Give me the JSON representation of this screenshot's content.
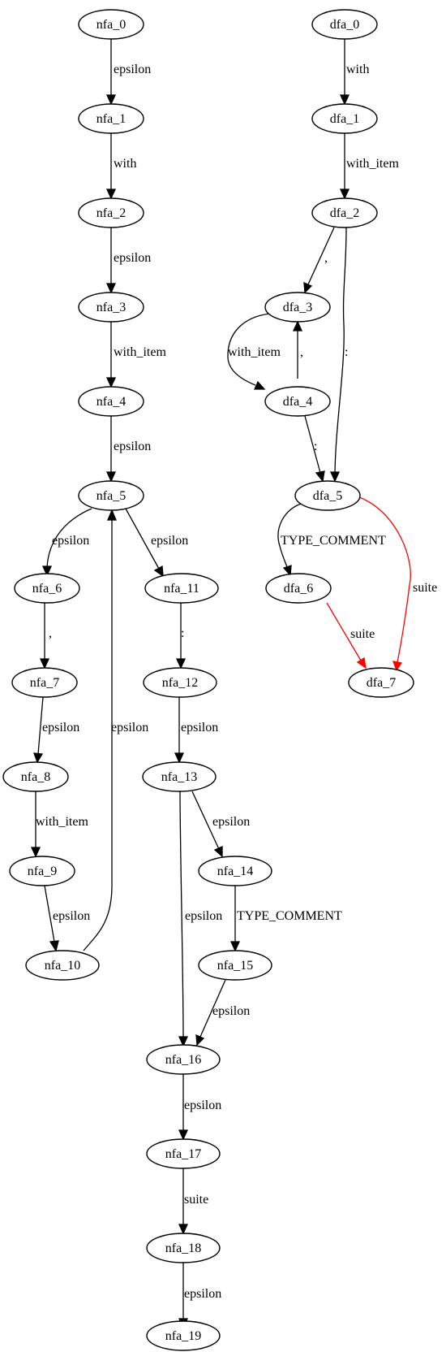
{
  "nodes": {
    "nfa_0": "nfa_0",
    "nfa_1": "nfa_1",
    "nfa_2": "nfa_2",
    "nfa_3": "nfa_3",
    "nfa_4": "nfa_4",
    "nfa_5": "nfa_5",
    "nfa_6": "nfa_6",
    "nfa_7": "nfa_7",
    "nfa_8": "nfa_8",
    "nfa_9": "nfa_9",
    "nfa_10": "nfa_10",
    "nfa_11": "nfa_11",
    "nfa_12": "nfa_12",
    "nfa_13": "nfa_13",
    "nfa_14": "nfa_14",
    "nfa_15": "nfa_15",
    "nfa_16": "nfa_16",
    "nfa_17": "nfa_17",
    "nfa_18": "nfa_18",
    "nfa_19": "nfa_19",
    "dfa_0": "dfa_0",
    "dfa_1": "dfa_1",
    "dfa_2": "dfa_2",
    "dfa_3": "dfa_3",
    "dfa_4": "dfa_4",
    "dfa_5": "dfa_5",
    "dfa_6": "dfa_6",
    "dfa_7": "dfa_7"
  },
  "edges": [
    {
      "from": "nfa_0",
      "to": "nfa_1",
      "label": "epsilon",
      "color": "#000000"
    },
    {
      "from": "nfa_1",
      "to": "nfa_2",
      "label": "with",
      "color": "#000000"
    },
    {
      "from": "nfa_2",
      "to": "nfa_3",
      "label": "epsilon",
      "color": "#000000"
    },
    {
      "from": "nfa_3",
      "to": "nfa_4",
      "label": "with_item",
      "color": "#000000"
    },
    {
      "from": "nfa_4",
      "to": "nfa_5",
      "label": "epsilon",
      "color": "#000000"
    },
    {
      "from": "nfa_5",
      "to": "nfa_6",
      "label": "epsilon",
      "color": "#000000"
    },
    {
      "from": "nfa_5",
      "to": "nfa_11",
      "label": "epsilon",
      "color": "#000000"
    },
    {
      "from": "nfa_6",
      "to": "nfa_7",
      "label": ",",
      "color": "#000000"
    },
    {
      "from": "nfa_7",
      "to": "nfa_8",
      "label": "epsilon",
      "color": "#000000"
    },
    {
      "from": "nfa_8",
      "to": "nfa_9",
      "label": "with_item",
      "color": "#000000"
    },
    {
      "from": "nfa_9",
      "to": "nfa_10",
      "label": "epsilon",
      "color": "#000000"
    },
    {
      "from": "nfa_10",
      "to": "nfa_5",
      "label": "epsilon",
      "color": "#000000"
    },
    {
      "from": "nfa_11",
      "to": "nfa_12",
      "label": ":",
      "color": "#000000"
    },
    {
      "from": "nfa_12",
      "to": "nfa_13",
      "label": "epsilon",
      "color": "#000000"
    },
    {
      "from": "nfa_13",
      "to": "nfa_14",
      "label": "epsilon",
      "color": "#000000"
    },
    {
      "from": "nfa_13",
      "to": "nfa_16",
      "label": "epsilon",
      "color": "#000000"
    },
    {
      "from": "nfa_14",
      "to": "nfa_15",
      "label": "TYPE_COMMENT",
      "color": "#000000"
    },
    {
      "from": "nfa_15",
      "to": "nfa_16",
      "label": "epsilon",
      "color": "#000000"
    },
    {
      "from": "nfa_16",
      "to": "nfa_17",
      "label": "epsilon",
      "color": "#000000"
    },
    {
      "from": "nfa_17",
      "to": "nfa_18",
      "label": "suite",
      "color": "#000000"
    },
    {
      "from": "nfa_18",
      "to": "nfa_19",
      "label": "epsilon",
      "color": "#000000"
    },
    {
      "from": "dfa_0",
      "to": "dfa_1",
      "label": "with",
      "color": "#000000"
    },
    {
      "from": "dfa_1",
      "to": "dfa_2",
      "label": "with_item",
      "color": "#000000"
    },
    {
      "from": "dfa_2",
      "to": "dfa_3",
      "label": ",",
      "color": "#000000"
    },
    {
      "from": "dfa_2",
      "to": "dfa_5",
      "label": ":",
      "color": "#000000"
    },
    {
      "from": "dfa_3",
      "to": "dfa_4",
      "label": "with_item",
      "color": "#000000"
    },
    {
      "from": "dfa_4",
      "to": "dfa_3",
      "label": ",",
      "color": "#000000"
    },
    {
      "from": "dfa_4",
      "to": "dfa_5",
      "label": ":",
      "color": "#000000"
    },
    {
      "from": "dfa_5",
      "to": "dfa_6",
      "label": "TYPE_COMMENT",
      "color": "#000000"
    },
    {
      "from": "dfa_5",
      "to": "dfa_7",
      "label": "suite",
      "color": "#ff0000"
    },
    {
      "from": "dfa_6",
      "to": "dfa_7",
      "label": "suite",
      "color": "#ff0000"
    }
  ]
}
